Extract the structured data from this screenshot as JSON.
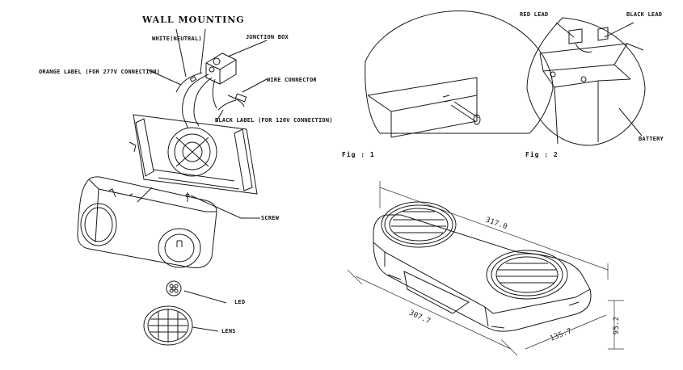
{
  "wall_mounting": {
    "title": "WALL MOUNTING",
    "white_neutral": "WHITE(NEUTRAL)",
    "junction_box": "JUNCTION BOX",
    "orange_label": "ORANGE LABEL (FOR 277V CONNECTION)",
    "wire_connector": "WIRE CONNECTOR",
    "black_label": "BLACK LABEL (FOR 120V CONNECTION)",
    "screw": "SCREW",
    "led": "LED",
    "lens": "LENS"
  },
  "fig1": {
    "caption": "Fig : 1"
  },
  "fig2": {
    "caption": "Fig : 2",
    "red_lead": "RED LEAD",
    "black_lead": "BLACK LEAD",
    "battery": "BATTERY"
  },
  "dimensions": {
    "length": "317.0",
    "width": "307.7",
    "depth": "135.7",
    "height": "95.2"
  }
}
